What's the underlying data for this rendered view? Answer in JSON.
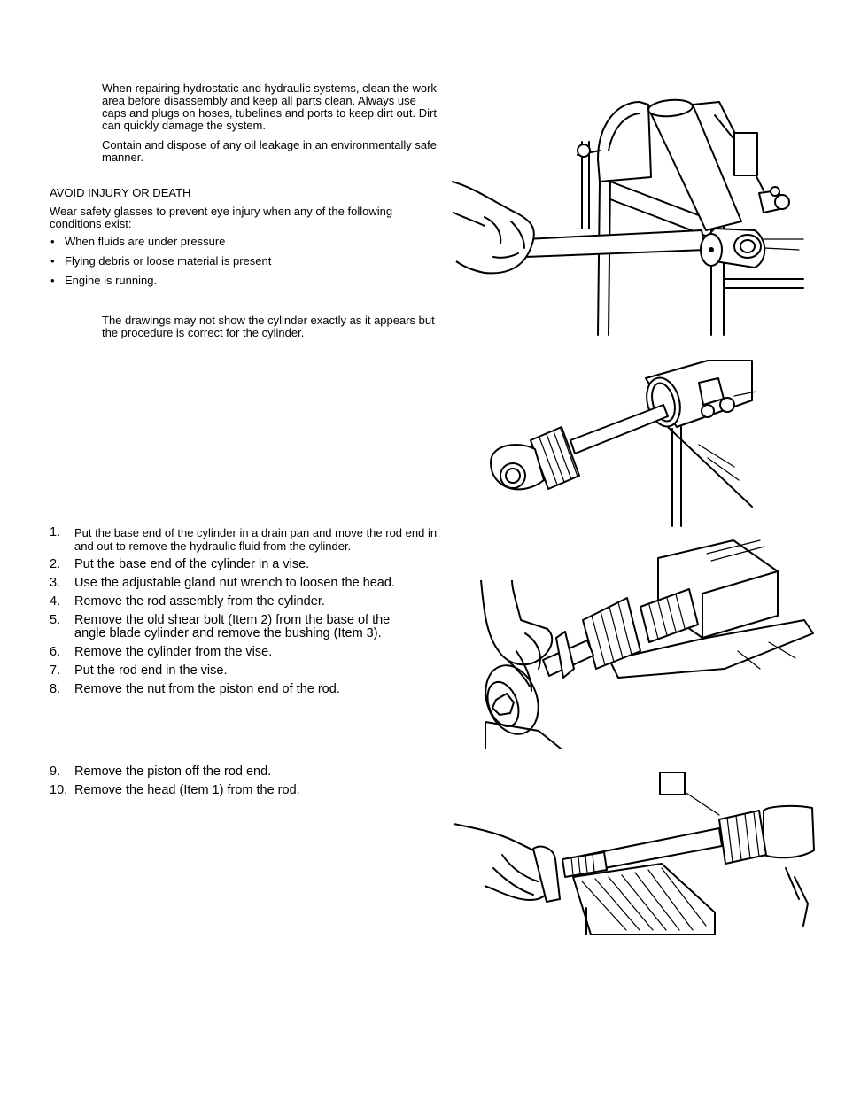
{
  "notice": {
    "para1": "When repairing hydrostatic and hydraulic systems, clean the work area before disassembly and keep all parts clean. Always use caps and plugs on hoses, tubelines and ports to keep dirt out. Dirt can quickly damage the system.",
    "para2": "Contain and dispose of any oil leakage in an environmentally safe manner."
  },
  "warning": {
    "heading": "AVOID INJURY OR DEATH",
    "intro": "Wear safety glasses to prevent eye injury when any of the following conditions exist:",
    "bullets": [
      "When fluids are under pressure",
      "Flying debris or loose material is present",
      "Engine is running."
    ]
  },
  "note": {
    "text": "The drawings may not show the cylinder exactly as it appears but the procedure is correct for the cylinder."
  },
  "steps_group1": [
    {
      "num": "1.",
      "text": "Put the base end of the cylinder in a drain pan and move the rod end in and out to remove the hydraulic fluid from the cylinder."
    },
    {
      "num": "2.",
      "text": "Put the base end of the cylinder in a vise."
    },
    {
      "num": "3.",
      "text": "Use the adjustable gland nut wrench to loosen the head."
    },
    {
      "num": "4.",
      "text": "Remove the rod assembly from the cylinder."
    },
    {
      "num": "5.",
      "text": "Remove the old shear bolt (Item 2) from the base of the angle blade cylinder and remove the bushing (Item 3)."
    },
    {
      "num": "6.",
      "text": "Remove the cylinder from the vise."
    },
    {
      "num": "7.",
      "text": "Put the rod end in the vise."
    },
    {
      "num": "8.",
      "text": "Remove the nut from the piston end of the rod."
    }
  ],
  "steps_group2": [
    {
      "num": "9.",
      "text": "Remove the piston off the rod end."
    },
    {
      "num": "10.",
      "text": "Remove the head (Item 1) from the rod."
    }
  ],
  "figures": {
    "fig1_icon": "gland-nut-wrench-illustration",
    "fig2_icon": "rod-removal-illustration",
    "fig3_icon": "piston-nut-removal-illustration",
    "fig4_icon": "head-removal-illustration"
  }
}
